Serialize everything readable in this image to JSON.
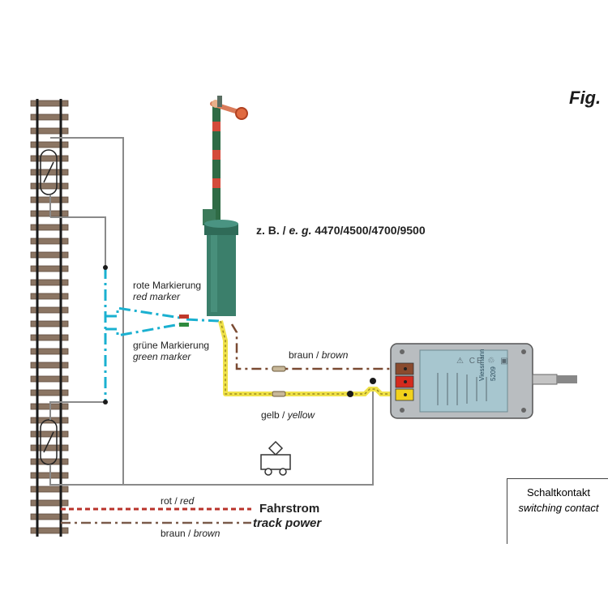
{
  "figure_label": "Fig.",
  "model_line": {
    "prefix": "z. B. / ",
    "eg": "e. g.",
    "numbers": " 4470/4500/4700/9500"
  },
  "markers": {
    "red_de": "rote Markierung",
    "red_en": "red marker",
    "green_de": "grüne Markierung",
    "green_en": "green marker"
  },
  "wires": {
    "brown_upper_de": "braun / ",
    "brown_upper_en": "brown",
    "yellow_de": "gelb / ",
    "yellow_en": "yellow",
    "red_de": "rot / ",
    "red_en": "red",
    "brown_lower_de": "braun / ",
    "brown_lower_en": "brown"
  },
  "track_power": {
    "de": "Fahrstrom",
    "en": "track power"
  },
  "switching_contact": {
    "de": "Schaltkontakt",
    "en": "switching contact"
  },
  "module": {
    "brand": "Viessmann",
    "number": "5209",
    "icons": "⚠ CE ♲ ▣",
    "terminal_colors": [
      "#8a4a2e",
      "#d42a1e",
      "#f2d21c"
    ]
  },
  "colors": {
    "wire_brown": "#7a4a32",
    "wire_red": "#b8322a",
    "wire_yellow": "#f0e24a",
    "wire_blue": "#1ab0d0",
    "wire_grey": "#8a8a8a",
    "signal_mast": "#3b7f6b",
    "module_body": "#b9bdc0"
  }
}
